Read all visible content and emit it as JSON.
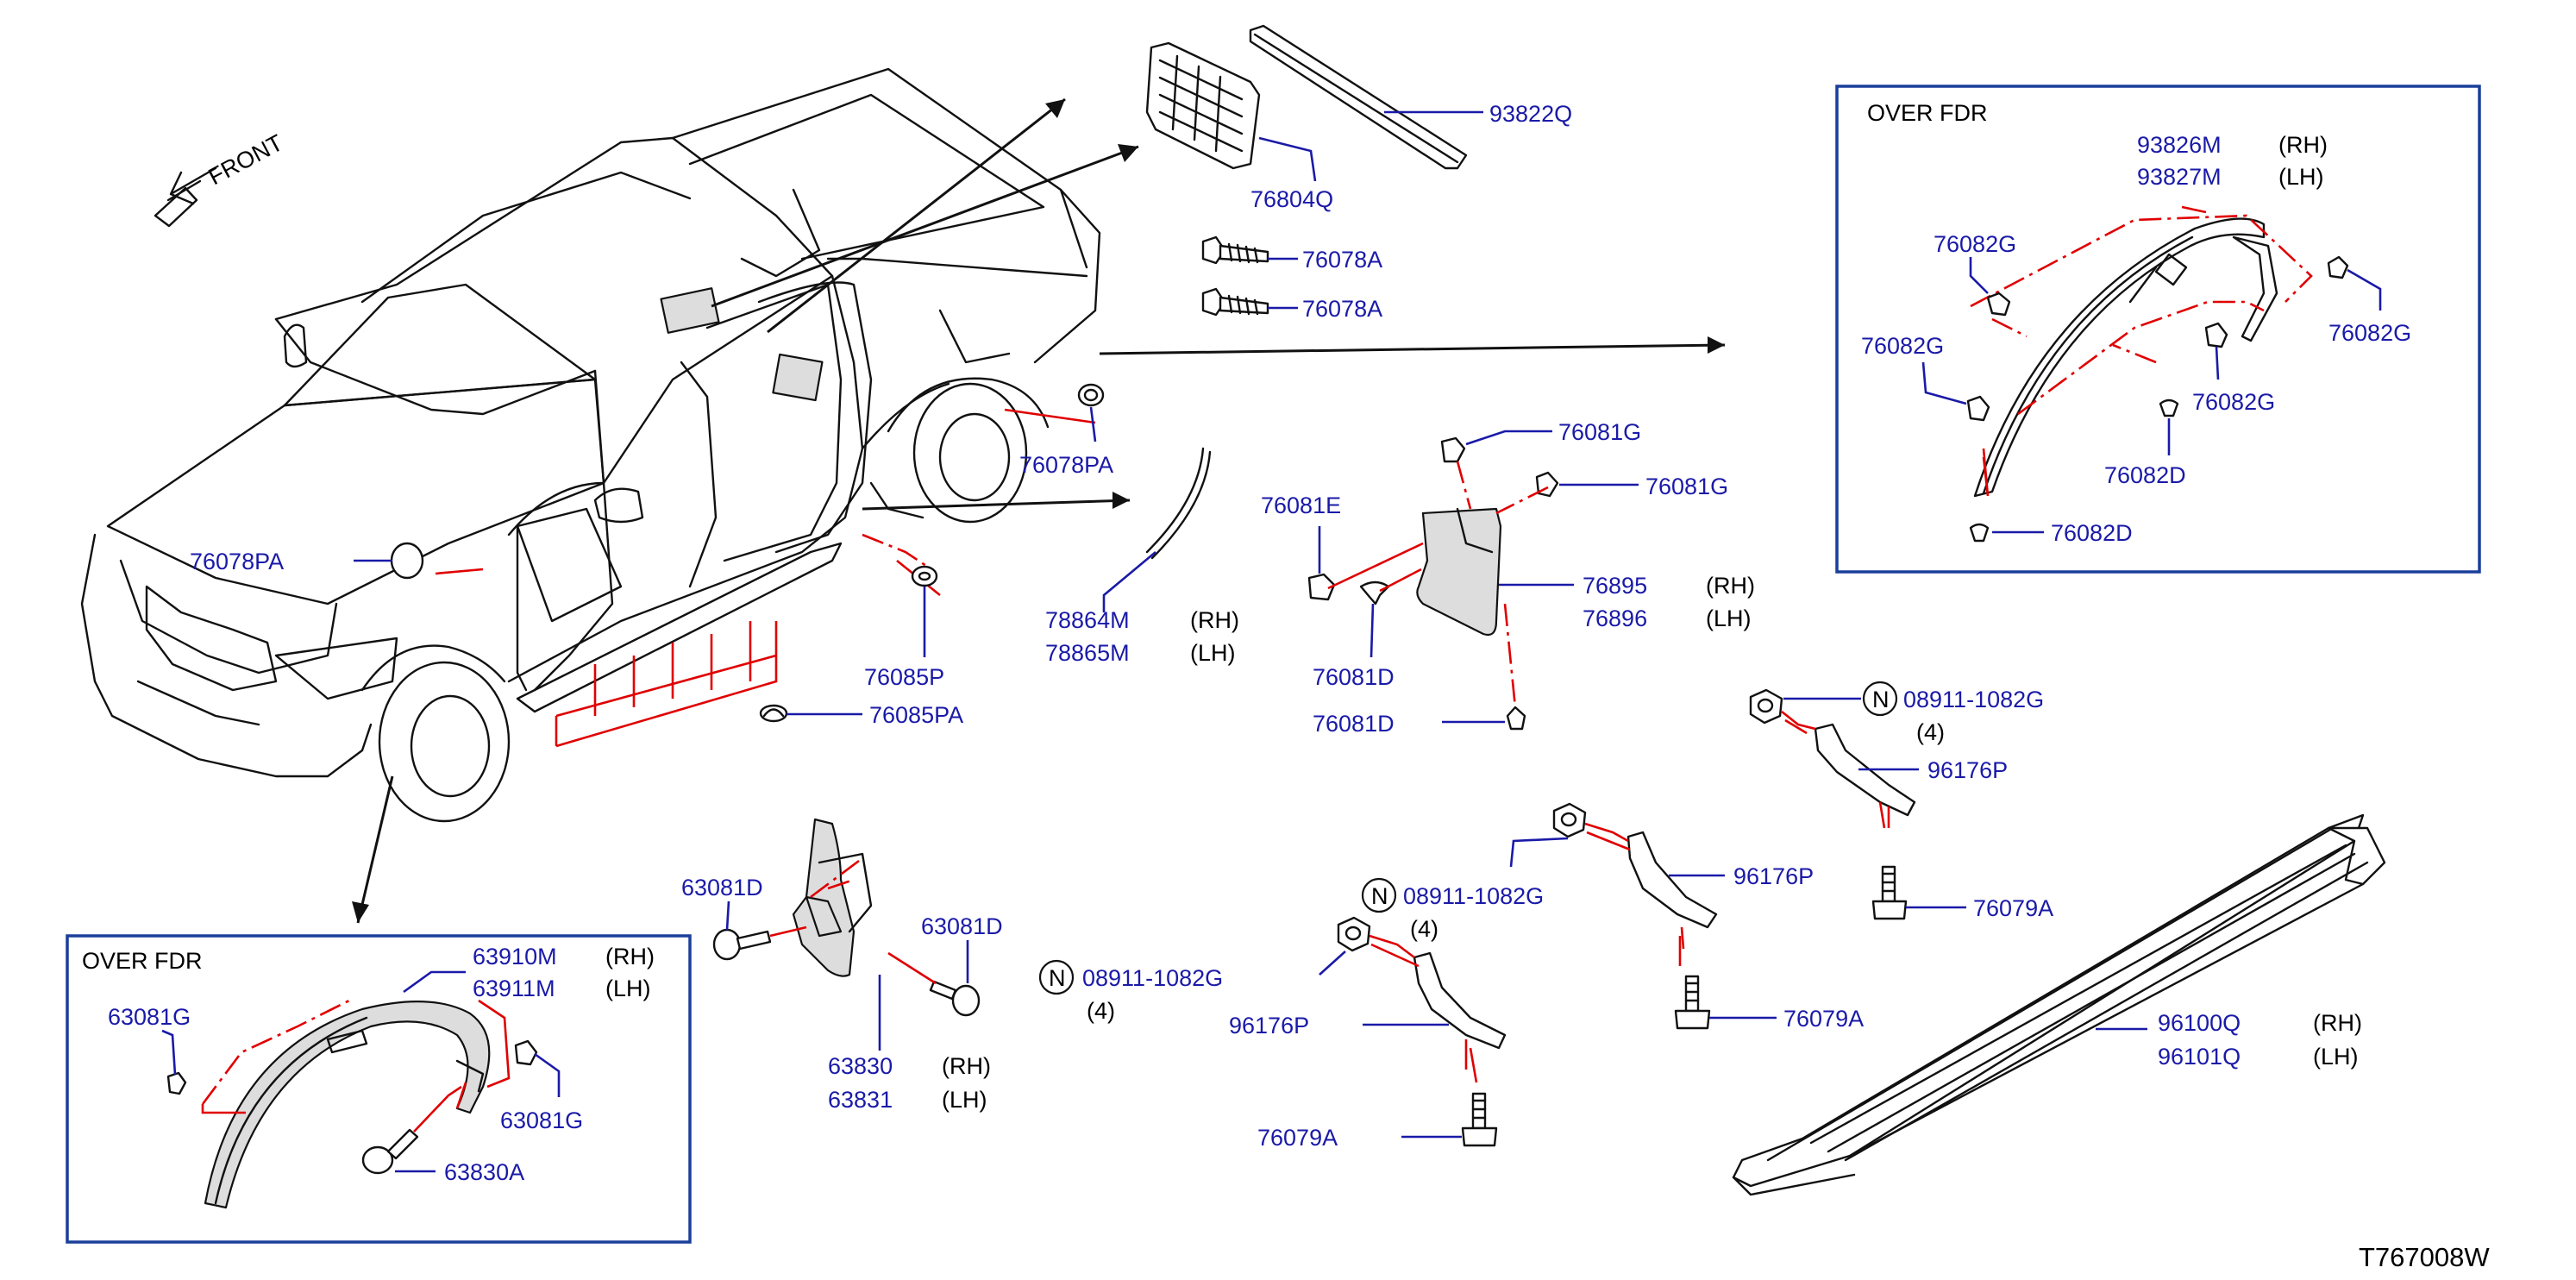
{
  "front_label": "FRONT",
  "code": "T767008W",
  "parts": {
    "p93822Q": "93822Q",
    "p76804Q": "76804Q",
    "p76078A_1": "76078A",
    "p76078A_2": "76078A",
    "p76078PA_rear": "76078PA",
    "p76078PA_front": "76078PA",
    "p76085P": "76085P",
    "p76085PA": "76085PA",
    "p78864M": "78864M",
    "p78865M": "78865M",
    "p76081G_top": "76081G",
    "p76081G_right": "76081G",
    "p76081E": "76081E",
    "p76081D_1": "76081D",
    "p76081D_2": "76081D",
    "p76895": "76895",
    "p76896": "76896",
    "p08911_top": "08911-1082G",
    "p08911_mid": "08911-1082G",
    "p08911_left": "08911-1082G",
    "p96176P_top": "96176P",
    "p96176P_mid": "96176P",
    "p96176P_low": "96176P",
    "p76079A_top": "76079A",
    "p76079A_mid": "76079A",
    "p76079A_low": "76079A",
    "p96100Q": "96100Q",
    "p96101Q": "96101Q",
    "p63081D_left": "63081D",
    "p63081D_right": "63081D",
    "p63830": "63830",
    "p63831": "63831"
  },
  "sides": {
    "rh": "(RH)",
    "lh": "(LH)"
  },
  "qty": {
    "q1": "(4)",
    "q2": "(4)",
    "q3": "(4)"
  },
  "n_symbol": "N",
  "rear_box": {
    "title": "OVER   FDR",
    "p93826M": "93826M",
    "p93827M": "93827M",
    "p76082G_a": "76082G",
    "p76082G_b": "76082G",
    "p76082G_c": "76082G",
    "p76082G_d": "76082G",
    "p76082D_a": "76082D",
    "p76082D_b": "76082D"
  },
  "front_box": {
    "title": "OVER   FDR",
    "p63910M": "63910M",
    "p63911M": "63911M",
    "p63081G_a": "63081G",
    "p63081G_b": "63081G",
    "p63830A": "63830A"
  },
  "colors": {
    "part_number": "#1a1aa8",
    "leader_red": "#e00000",
    "box_border": "#1a3f9a"
  }
}
